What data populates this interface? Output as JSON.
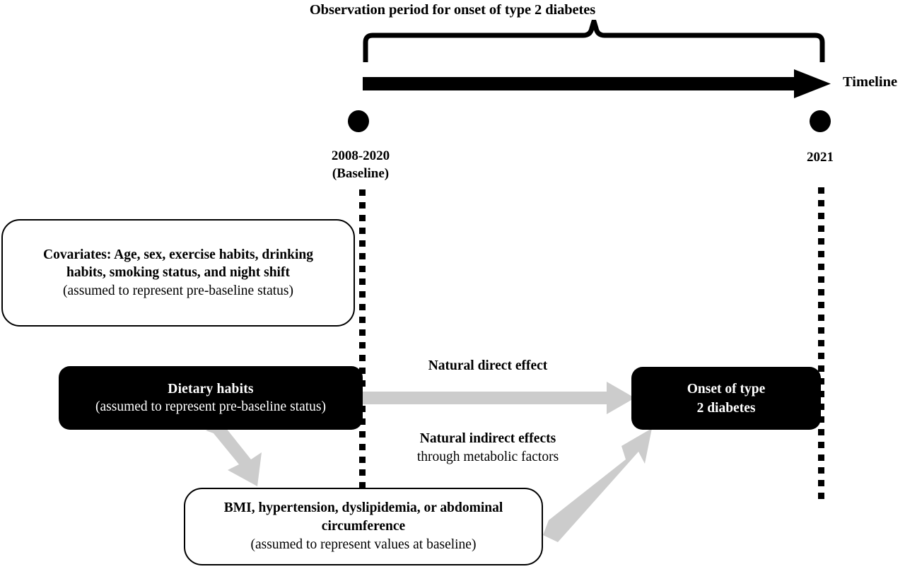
{
  "diagram": {
    "title": "Observation period for onset of type 2 diabetes",
    "timeline": {
      "axis_label": "Timeline",
      "start_label_line1": "2008-2020",
      "start_label_line2": "(Baseline)",
      "end_label": "2021"
    },
    "nodes": {
      "covariates": {
        "line1": "Covariates: Age, sex, exercise habits, drinking",
        "line2": "habits, smoking status, and night shift",
        "line3": "(assumed to represent pre-baseline status)"
      },
      "exposure": {
        "line1": "Dietary  habits",
        "line2": "(assumed to represent pre-baseline status)"
      },
      "outcome": {
        "line1": "Onset of type",
        "line2": "2 diabetes"
      },
      "mediator": {
        "line1": "BMI, hypertension, dyslipidemia, or abdominal",
        "line2": "circumference",
        "line3": "(assumed to represent values at baseline)"
      }
    },
    "edges": {
      "direct_label": "Natural direct effect",
      "indirect_label_line1": "Natural indirect effects",
      "indirect_label_line2": "through metabolic factors"
    },
    "colors": {
      "ink": "#000000",
      "paper": "#ffffff",
      "arrow_gray": "#cccccc",
      "node_fill_dark": "#000000",
      "node_text_light": "#ffffff"
    }
  }
}
